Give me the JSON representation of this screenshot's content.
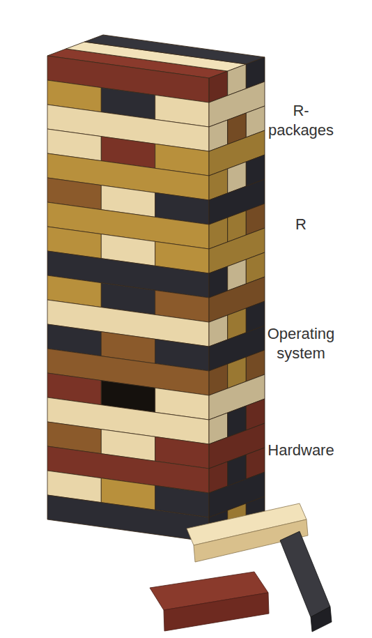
{
  "diagram": {
    "labels": [
      "R- packages",
      "R",
      "Operating system",
      "Hardware"
    ]
  }
}
